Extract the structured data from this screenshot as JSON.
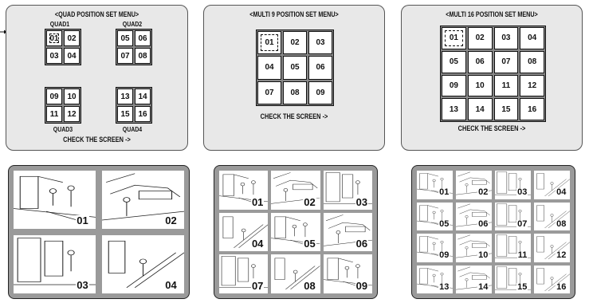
{
  "quad_menu": {
    "title": "<QUAD POSITION SET MENU>",
    "groups": [
      {
        "label": "QUAD1",
        "cells": [
          "01",
          "02",
          "03",
          "04"
        ]
      },
      {
        "label": "QUAD2",
        "cells": [
          "05",
          "06",
          "07",
          "08"
        ]
      },
      {
        "label": "QUAD3",
        "cells": [
          "09",
          "10",
          "11",
          "12"
        ]
      },
      {
        "label": "QUAD4",
        "cells": [
          "13",
          "14",
          "15",
          "16"
        ]
      }
    ],
    "check": "CHECK THE SCREEN ->"
  },
  "multi9_menu": {
    "title": "<MULTI 9 POSITION SET MENU>",
    "cells": [
      "01",
      "02",
      "03",
      "04",
      "05",
      "06",
      "07",
      "08",
      "09"
    ],
    "check": "CHECK THE SCREEN ->"
  },
  "multi16_menu": {
    "title": "<MULTI 16 POSITION SET MENU>",
    "cells": [
      "01",
      "02",
      "03",
      "04",
      "05",
      "06",
      "07",
      "08",
      "09",
      "10",
      "11",
      "12",
      "13",
      "14",
      "15",
      "16"
    ],
    "check": "CHECK THE SCREEN ->"
  },
  "monitor_quad": {
    "labels": [
      "01",
      "02",
      "03",
      "04"
    ]
  },
  "monitor_9": {
    "labels": [
      "01",
      "02",
      "03",
      "04",
      "05",
      "06",
      "07",
      "08",
      "09"
    ]
  },
  "monitor_16": {
    "labels": [
      "01",
      "02",
      "03",
      "04",
      "05",
      "06",
      "07",
      "08",
      "09",
      "10",
      "11",
      "12",
      "13",
      "14",
      "15",
      "16"
    ]
  }
}
